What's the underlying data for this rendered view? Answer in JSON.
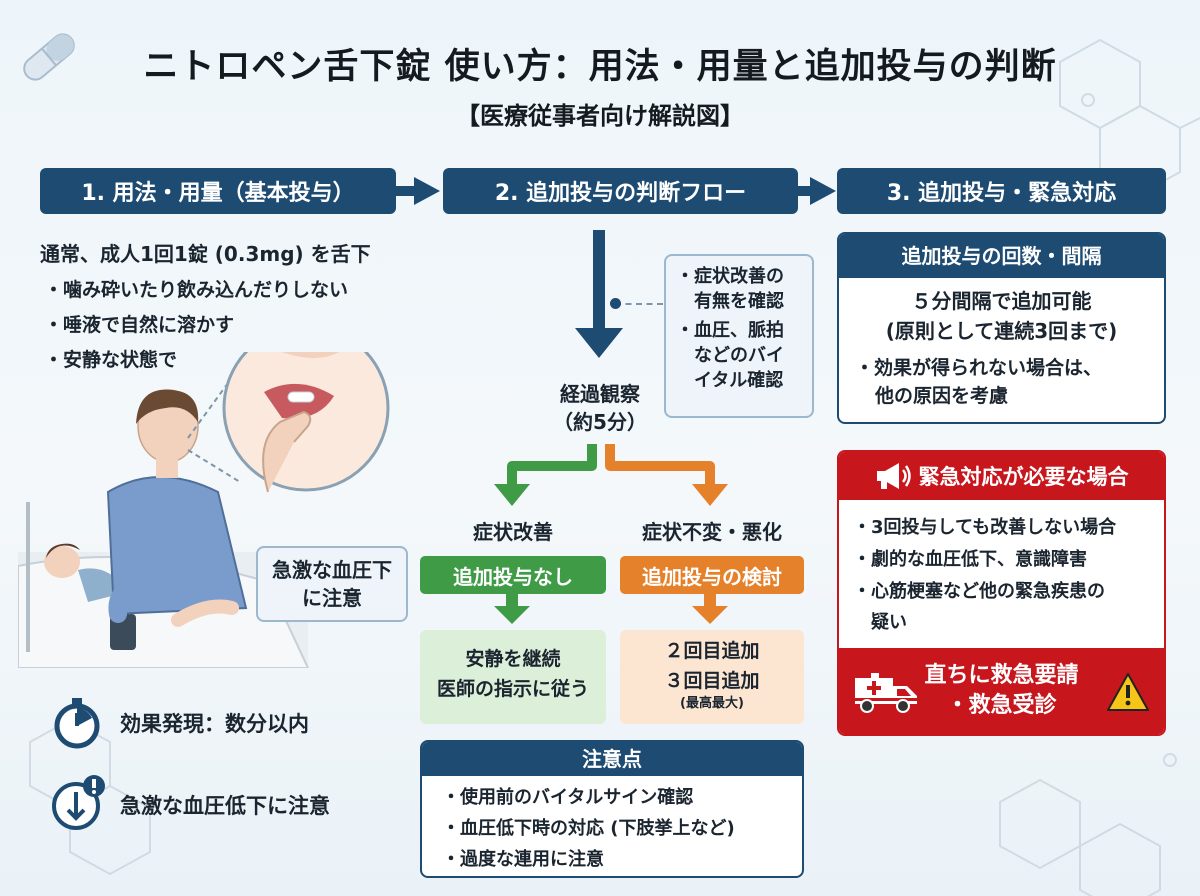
{
  "title": "ニトロペン舌下錠 使い方：用法・用量と追加投与の判断",
  "subtitle": "【医療従事者向け解説図】",
  "steps": [
    {
      "label": "1. 用法・用量（基本投与）"
    },
    {
      "label": "2. 追加投与の判断フロー"
    },
    {
      "label": "3. 追加投与・緊急対応"
    }
  ],
  "section1": {
    "intro": "通常、成人1回1錠 (0.3mg) を舌下",
    "bullets": [
      "噛み砕いたり飲み込んだりしない",
      "唾液で自然に溶かす",
      "安静な状態で"
    ],
    "caution_bubble": [
      "急激な血圧下",
      "に注意"
    ],
    "onset_label": "効果発現：数分以内",
    "bp_warning_label": "急激な血圧低下に注意"
  },
  "section2": {
    "check_notes": [
      {
        "lines": [
          "症状改善の",
          "有無を確認"
        ]
      },
      {
        "lines": [
          "血圧、脈拍",
          "などのバイ",
          "イタル確認"
        ]
      }
    ],
    "observe_lines": [
      "経過観察",
      "（約5分）"
    ],
    "improved": {
      "label": "症状改善",
      "pill": "追加投与なし",
      "result_lines": [
        "安静を継続",
        "医師の指示に従う"
      ]
    },
    "not_improved": {
      "label": "症状不変・悪化",
      "pill": "追加投与の検討",
      "result_lines": [
        "２回目追加",
        "３回目追加"
      ],
      "result_note": "(最高最大)"
    },
    "cautions": {
      "title": "注意点",
      "items": [
        "使用前のバイタルサイン確認",
        "血圧低下時の対応 (下肢挙上など)",
        "過度な連用に注意"
      ]
    }
  },
  "section3": {
    "interval": {
      "title": "追加投与の回数・間隔",
      "lines": [
        "５分間隔で追加可能",
        "(原則として連続3回まで)"
      ],
      "bullet_lines": [
        "効果が得られない場合は、",
        "他の原因を考慮"
      ]
    },
    "emergency": {
      "title": "緊急対応が必要な場合",
      "items": [
        {
          "lines": [
            "3回投与しても改善しない場合"
          ]
        },
        {
          "lines": [
            "劇的な血圧低下、意識障害"
          ]
        },
        {
          "lines": [
            "心筋梗塞など他の緊急疾患の",
            "疑い"
          ]
        }
      ],
      "action_lines": [
        "直ちに救急要請",
        "・救急受診"
      ]
    }
  },
  "colors": {
    "navy": "#1e4b72",
    "green": "#3f9b46",
    "orange": "#e5812a",
    "red": "#c8161d",
    "light_green": "#dcefd9",
    "light_orange": "#fde6d1"
  },
  "icons": [
    "capsule-icon",
    "stopwatch-icon",
    "bp-down-warning-icon",
    "megaphone-icon",
    "ambulance-icon",
    "warning-triangle-icon"
  ]
}
